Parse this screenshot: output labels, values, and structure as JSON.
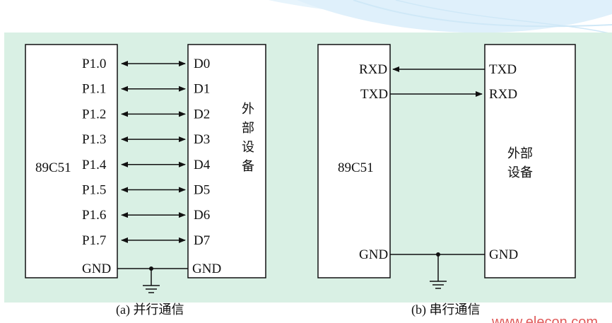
{
  "colors": {
    "panel": "#d9f0e4",
    "box": "#ffffff",
    "line": "#111111",
    "deco": "#dff0fb",
    "watermark": "#e05a5a"
  },
  "parallel": {
    "mcu_label": "89C51",
    "ports": [
      "P1.0",
      "P1.1",
      "P1.2",
      "P1.3",
      "P1.4",
      "P1.5",
      "P1.6",
      "P1.7"
    ],
    "data_pins": [
      "D0",
      "D1",
      "D2",
      "D3",
      "D4",
      "D5",
      "D6",
      "D7"
    ],
    "gnd_left": "GND",
    "gnd_right": "GND",
    "device_chars": [
      "外",
      "部",
      "设",
      "备"
    ],
    "caption": "(a) 并行通信"
  },
  "serial": {
    "mcu_label": "89C51",
    "mcu_rxd": "RXD",
    "mcu_txd": "TXD",
    "mcu_gnd": "GND",
    "dev_txd": "TXD",
    "dev_rxd": "RXD",
    "dev_gnd": "GND",
    "device_line1": "外部",
    "device_line2": "设备",
    "caption": "(b) 串行通信"
  },
  "watermark": "www.elecon.com"
}
